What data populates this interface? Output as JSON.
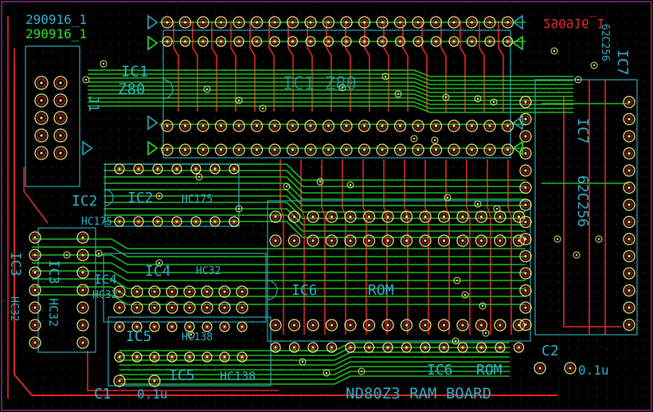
{
  "window": {
    "title": "ND80Z3 RAM BOARD layout view"
  },
  "colors": {
    "background": "#000000",
    "grid": "#5a5a5a",
    "board_outline": "#c050c0",
    "trace_bottom": "#e02828",
    "trace_top": "#20c020",
    "silk": "#30a8b8",
    "pad_ring": "#e8e880",
    "ic1_overlay": "#20a0b8",
    "text_cyan": "#30b0c8",
    "text_green": "#30e030",
    "text_red": "#e02828"
  },
  "labels": {
    "rev_cyan": "290916_1",
    "rev_green": "290916_1",
    "rev_red_mirrored": "290916_1",
    "ic1_ref": "IC1",
    "ic1_value": "Z80",
    "ic1_overlay": "IC1 Z80",
    "ic2_ref": "IC2",
    "ic2_value": "HC175",
    "ic2b_ref": "IC2",
    "ic2b_value": "HC175",
    "ic3_ref": "IC3",
    "ic3_value": "HC32",
    "ic3b_ref": "IC3",
    "ic3b_value": "HC32",
    "ic4_ref": "IC4",
    "ic4_value": "HC32",
    "ic4b_ref": "IC4",
    "ic4b_value": "HC32",
    "ic5_ref": "IC5",
    "ic5_value": "HC138",
    "ic5b_ref": "IC5",
    "ic5b_value": "HC138",
    "ic6_ref": "IC6",
    "ic6_value": "ROM",
    "ic6b_ref": "IC6",
    "ic6b_value": "ROM",
    "ic7_ref": "IC7",
    "ic7_value": "62C256",
    "ic7b_ref": "IC7",
    "ic7b_value": "62C256",
    "j1_ref": "J1",
    "c1_ref": "C1",
    "c1_value": "0.1u",
    "c2_ref": "C2",
    "c2_value": "0.1u",
    "board_title": "ND80Z3 RAM BOARD"
  }
}
